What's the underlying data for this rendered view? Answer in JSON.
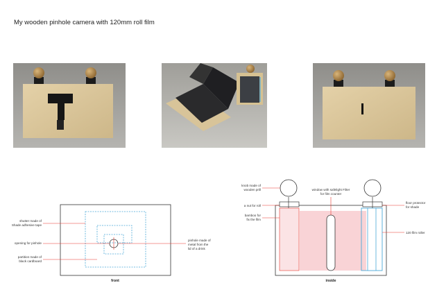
{
  "title": "My wooden pinhole camera with 120mm roll film",
  "front": {
    "caption": "front",
    "labels": {
      "shutter": [
        "shutter made of",
        "Shade adhesive tape"
      ],
      "opening": [
        "opening for pinhole"
      ],
      "partition": [
        "partition made of",
        "black cardboard"
      ],
      "pinhole": [
        "pinhole made of",
        "metal from the",
        "lid of a drink"
      ]
    }
  },
  "inside": {
    "caption": "inside",
    "labels": {
      "knob": [
        "knob made of",
        "wooden prill"
      ],
      "nut": [
        "a nut for roll"
      ],
      "bamboo": [
        "bamboo for",
        "fix the film"
      ],
      "window": [
        "window with safelight Filter",
        "for film counter"
      ],
      "floor": [
        "floor protector",
        "for shade"
      ],
      "roller": [
        "120 film roller"
      ]
    }
  },
  "photos": [
    {
      "name": "front view of wooden camera"
    },
    {
      "name": "open camera showing black interior"
    },
    {
      "name": "back view with pinhole slot"
    }
  ],
  "colors": {
    "leader": "#e8372c",
    "dashed": "#4aa8d8",
    "pink": "#f9d3d6",
    "wood": "#d9c49a",
    "photo_bg": "#9a9a96"
  }
}
